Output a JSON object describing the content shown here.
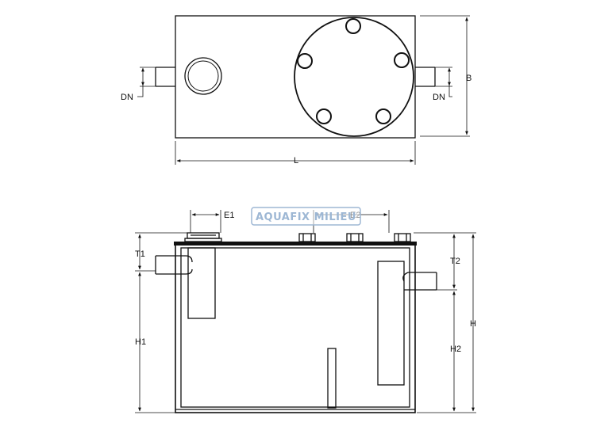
{
  "watermark": "AQUAFIX MILIEU",
  "top_view": {
    "labels": {
      "dn_left": "DN",
      "dn_right": "DN",
      "width": "B",
      "length": "L"
    }
  },
  "side_view": {
    "labels": {
      "e1": "E1",
      "e2": "E2",
      "t1": "T1",
      "t2": "T2",
      "h1": "H1",
      "h2": "H2",
      "h": "H"
    }
  }
}
